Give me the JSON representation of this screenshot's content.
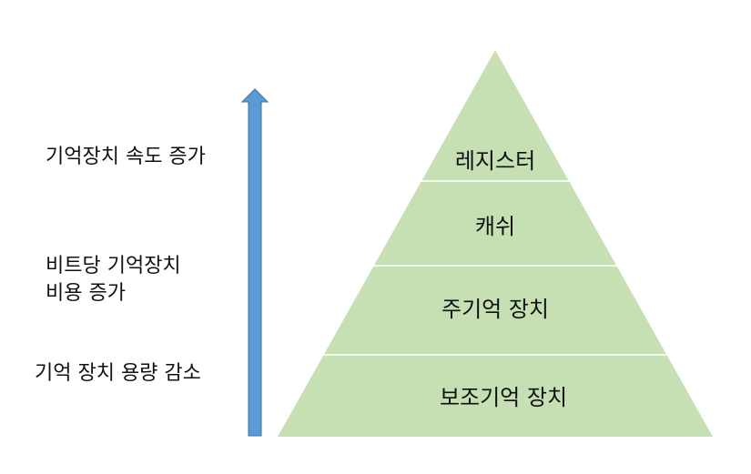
{
  "pyramid": {
    "tiers": [
      {
        "label": "레지스터"
      },
      {
        "label": "캐쉬"
      },
      {
        "label": "주기억 장치"
      },
      {
        "label": "보조기억 장치"
      }
    ]
  },
  "side_labels": {
    "speed": "기억장치 속도 증가",
    "cost_line1": "비트당 기억장치",
    "cost_line2": "비용 증가",
    "capacity": "기억 장치 용량 감소"
  },
  "colors": {
    "pyramid_fill": "#c6e0b4",
    "divider": "#ffffff",
    "arrow_fill": "#5b9bd5",
    "arrow_stroke": "#41719c"
  }
}
